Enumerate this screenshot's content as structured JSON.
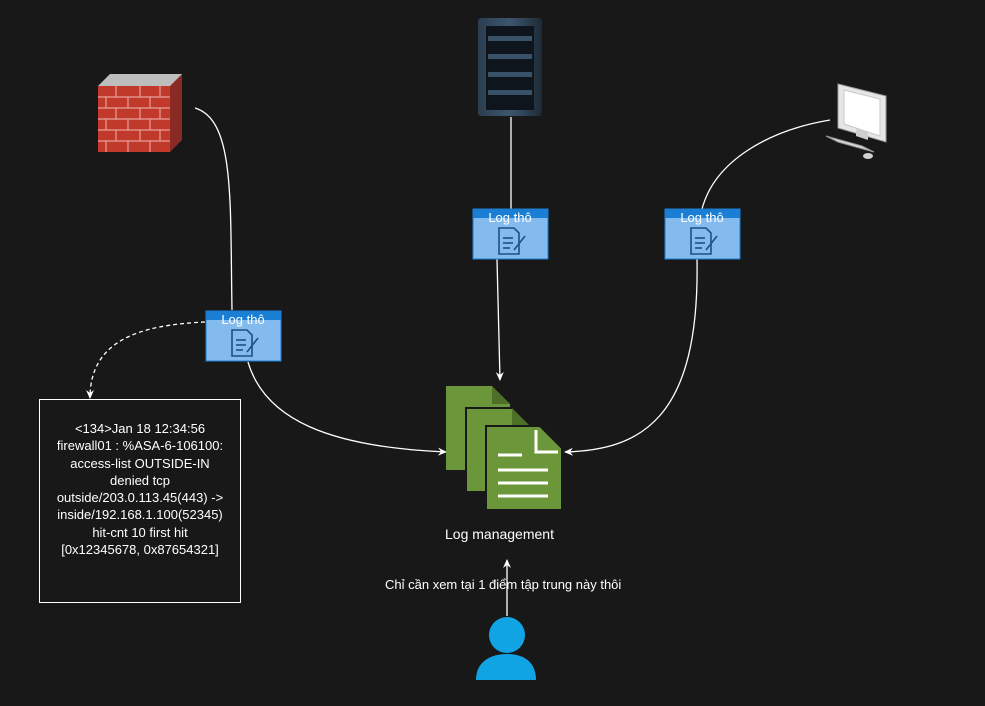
{
  "nodes": {
    "firewall": {
      "name": "firewall"
    },
    "server": {
      "name": "server rack"
    },
    "workstation": {
      "name": "workstation"
    },
    "log_management": {
      "label": "Log management"
    },
    "admin_user": {
      "note": "Chỉ cần xem tại 1 điểm tập trung này thôi"
    }
  },
  "log_boxes": [
    {
      "title": "Log thô"
    },
    {
      "title": "Log thô"
    },
    {
      "title": "Log thô"
    }
  ],
  "raw_log_lines": [
    "<134>Jan 18 12:34:56",
    "firewall01 : %ASA-6-106100:",
    "access-list OUTSIDE-IN",
    "denied tcp",
    "outside/203.0.113.45(443) ->",
    "inside/192.168.1.100(52345)",
    "hit-cnt 10 first hit",
    "[0x12345678, 0x87654321]"
  ],
  "colors": {
    "background": "#181818",
    "line": "#ffffff",
    "log_box_fill": "#83bbee",
    "log_box_header": "#1a7fd4",
    "doc_green": "#6c963a",
    "user_blue": "#10a4e4"
  }
}
